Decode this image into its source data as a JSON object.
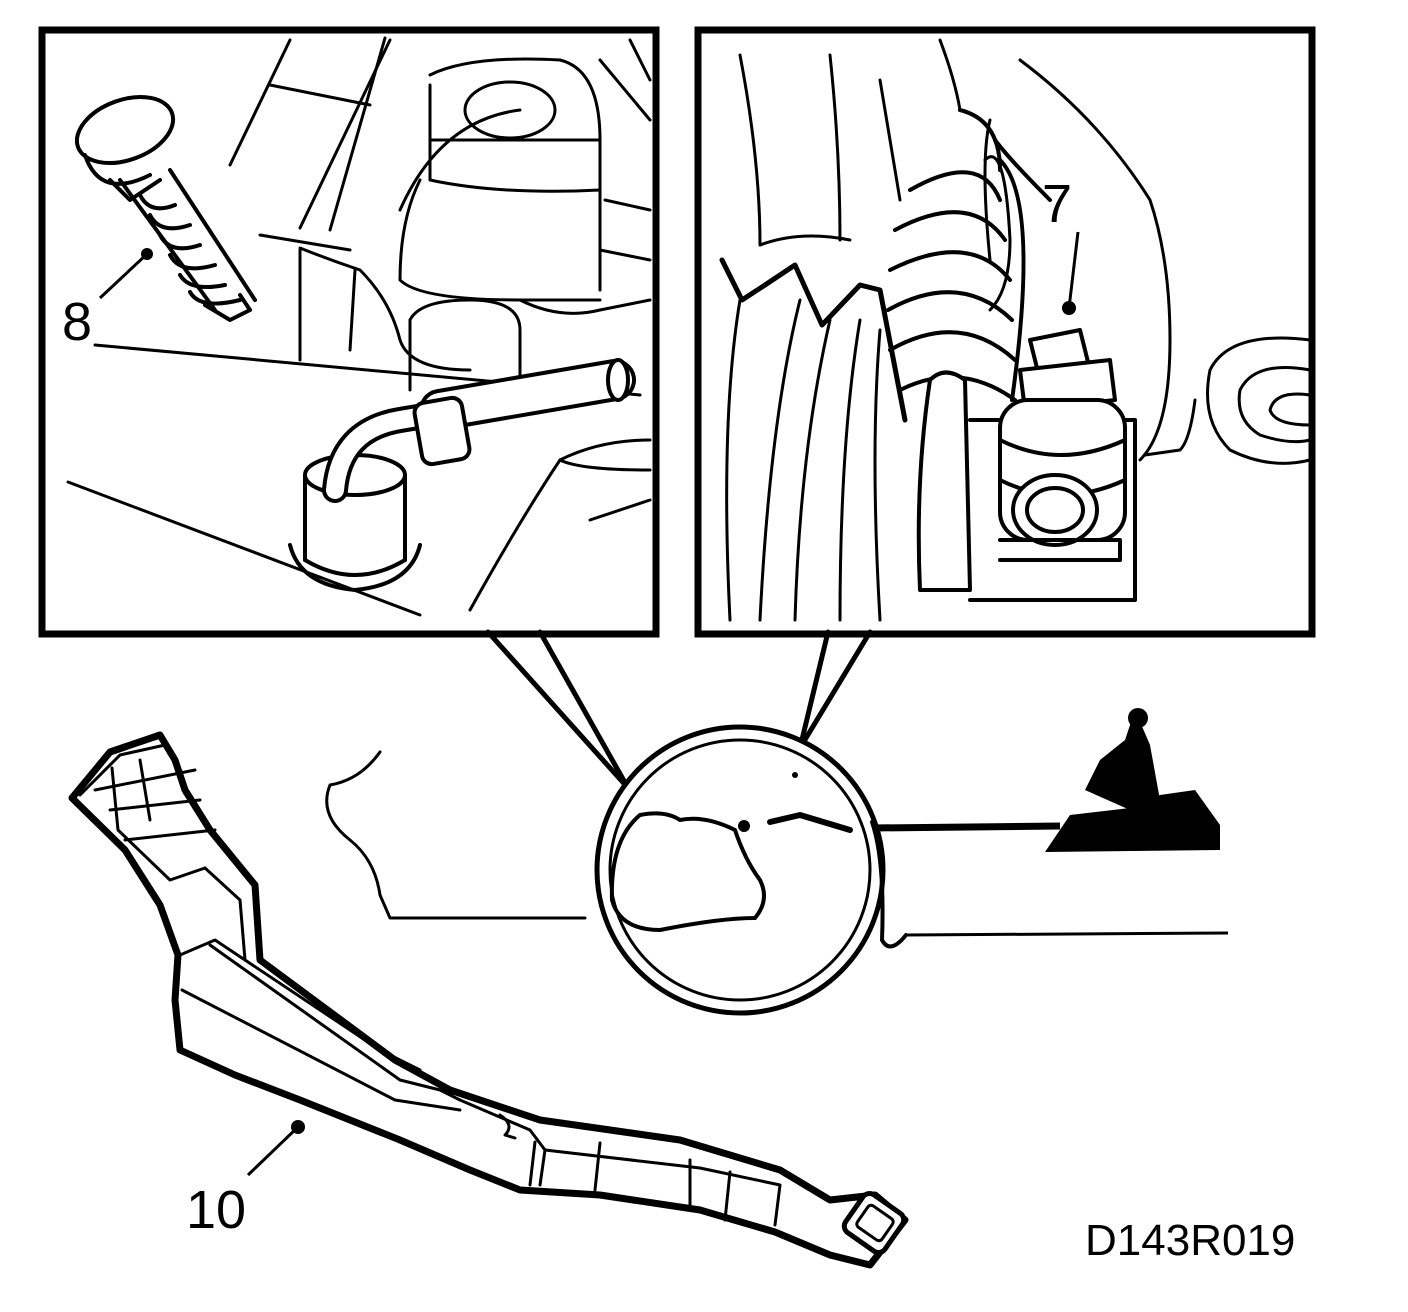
{
  "callouts": {
    "part_8": "8",
    "part_7": "7",
    "part_10": "10"
  },
  "figure_id": "D143R019",
  "colors": {
    "line": "#000000",
    "background": "#ffffff"
  }
}
